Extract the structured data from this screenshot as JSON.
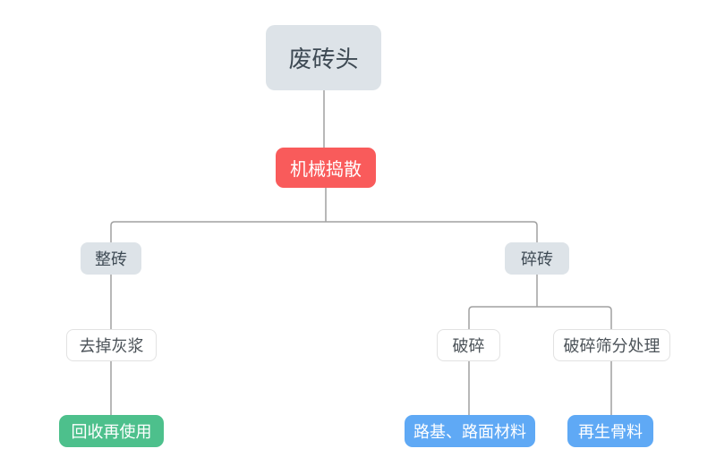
{
  "colors": {
    "gray_fill": "#dde3e8",
    "red_fill": "#f95b5b",
    "green_fill": "#4dc08c",
    "blue_fill": "#5fa9f5",
    "plain_fill": "#ffffff",
    "plain_border": "#e2e2e2",
    "dark_text": "#3e4a54",
    "white_text": "#ffffff",
    "line": "#a1a1a1"
  },
  "nodes": {
    "root": "废砖头",
    "process": "机械捣散",
    "whole_brick": "整砖",
    "broken_brick": "碎砖",
    "remove_mortar": "去掉灰浆",
    "crush": "破碎",
    "crush_screen": "破碎筛分处理",
    "reuse": "回收再使用",
    "road_material": "路基、路面材料",
    "recycled_aggregate": "再生骨料"
  }
}
